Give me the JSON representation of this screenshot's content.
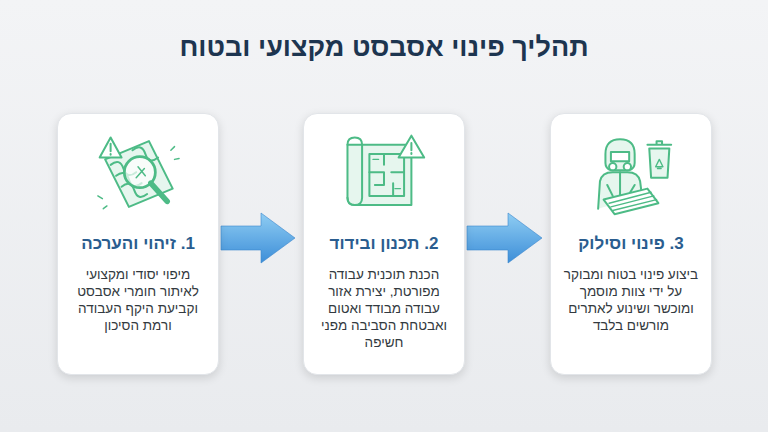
{
  "diagram": {
    "title": "תהליך פינוי אסבסט מקצועי ובטוח",
    "nodes": [
      {
        "text": [
          "1. זיהוי והערכה",
          "מיפוי יסודי ומקצועי לאיתור חומרי אסבסט וקביעת היקף העבודה ורמת הסיכון"
        ]
      },
      {
        "text": [
          "2. תכנון ובידוד",
          "הכנת תוכנית עבודה מפורטת, יצירת אזור עבודה מבודד ואטום ואבטחת הסביבה מפני חשיפה"
        ]
      },
      {
        "text": [
          "3. פינוי וסילוק",
          "ביצוע פינוי בטוח ומבוקר על ידי צוות מוסמך ומוכשר ושינוע לאתרים מורשים בלבד"
        ]
      }
    ],
    "edges": [
      {
        "from": 0,
        "to": 1,
        "arrow": "to"
      },
      {
        "from": 1,
        "to": 2,
        "arrow": "to"
      }
    ]
  }
}
